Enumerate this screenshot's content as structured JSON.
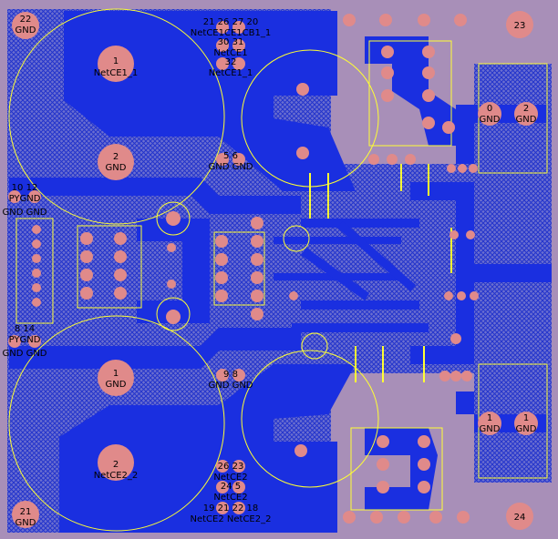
{
  "colors": {
    "board": "#a88fb8",
    "hatch": "#2233cc",
    "copper": "#1a2fe0",
    "pad": "#e08a8a",
    "pad_hole": "#b8a8b8",
    "silk": "#ffff33",
    "label": "#000000"
  },
  "labels": {
    "mh_tl_num": "22",
    "mh_tl_net": "GND",
    "mh_tr_num": "23",
    "mh_bl_num": "21",
    "mh_bl_net": "GND",
    "mh_br_num": "24",
    "ce1_p1_num": "1",
    "ce1_p1_net": "NetCE1_1",
    "ce1_p2_num": "2",
    "ce1_p2_net": "GND",
    "ce2_p1_num": "1",
    "ce2_p1_net": "GND",
    "ce2_p2_num": "2",
    "ce2_p2_net": "NetCE2_2",
    "top_nums_a": "21 26 27 20",
    "top_nets_a": "NetCE1CE1CB1_1",
    "top_nums_b": "30 31",
    "top_nets_b": "NetCE1",
    "top_nums_c": "32",
    "top_nets_c": "NetCE1_1",
    "mid_nums_top": "5 6",
    "mid_nets_top": "GND GND",
    "mid_nums_bot": "9 8",
    "mid_nets_bot": "GND GND",
    "bot_nums_a": "26 23",
    "bot_nets_a": "NetCE2",
    "bot_nums_b": "24 5",
    "bot_nets_b": "NetCE2",
    "bot_nums_c": "19 21 22 18",
    "bot_nets_c": "NetCE2 NetCE2_2",
    "left_top_nums": "10 12",
    "left_top_nets_a": "PYGND",
    "left_top_nets_b": "GND GND",
    "left_bot_nums": "8 14",
    "left_bot_nets_a": "PYGND",
    "left_bot_nets_b": "GND GND",
    "right_top_p0_num": "0",
    "right_top_p0_net": "GND",
    "right_top_p2_num": "2",
    "right_top_p2_net": "GND",
    "right_bot_p1_num": "1",
    "right_bot_p1_net": "GND",
    "right_bot_p2_num": "1",
    "right_bot_p2_net": "GND"
  }
}
